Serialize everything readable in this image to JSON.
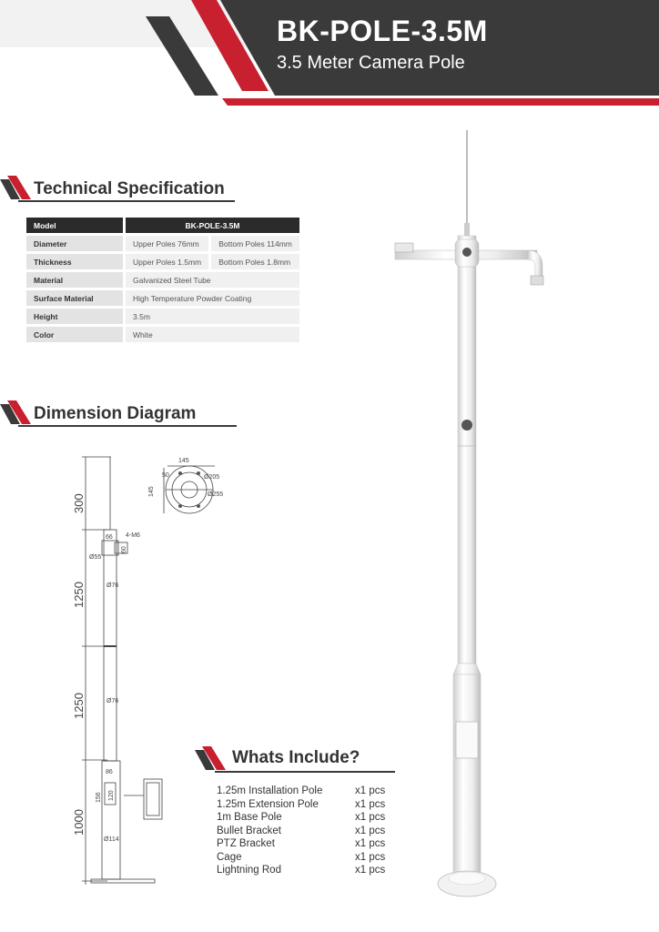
{
  "header": {
    "title": "BK-POLE-3.5M",
    "subtitle": "3.5 Meter Camera Pole"
  },
  "colors": {
    "accent_red": "#c8202f",
    "dark": "#3a3a3a",
    "grey": "#e3e3e3"
  },
  "sections": {
    "spec_title": "Technical Specification",
    "dimension_title": "Dimension Diagram",
    "includes_title": "Whats Include?"
  },
  "spec_table": {
    "header": {
      "label": "Model",
      "value": "BK-POLE-3.5M"
    },
    "rows": [
      {
        "label": "Diameter",
        "values": [
          "Upper Poles 76mm",
          "Bottom Poles 114mm"
        ]
      },
      {
        "label": "Thickness",
        "values": [
          "Upper Poles 1.5mm",
          "Bottom Poles 1.8mm"
        ]
      },
      {
        "label": "Material",
        "values": [
          "Galvanized Steel Tube"
        ]
      },
      {
        "label": "Surface Material",
        "values": [
          "High Temperature Powder Coating"
        ]
      },
      {
        "label": "Height",
        "values": [
          "3.5m"
        ]
      },
      {
        "label": "Color",
        "values": [
          "White"
        ]
      }
    ]
  },
  "dimension": {
    "segments": [
      "300",
      "1250",
      "1250",
      "1000"
    ],
    "labels": {
      "d76a": "Ø76",
      "d76b": "Ø76",
      "d114": "Ø114",
      "d55": "Ø55",
      "w66": "66",
      "bolts": "4-M6",
      "h60": "60",
      "w86": "86",
      "h156": "156",
      "h120": "120",
      "f145a": "145",
      "f145b": "145",
      "f50": "50",
      "f205": "Ø205",
      "f255": "Ø255"
    }
  },
  "includes": [
    {
      "name": "1.25m Installation Pole",
      "qty": "x1 pcs"
    },
    {
      "name": "1.25m Extension Pole",
      "qty": "x1 pcs"
    },
    {
      "name": "1m Base Pole",
      "qty": "x1 pcs"
    },
    {
      "name": "Bullet Bracket",
      "qty": "x1 pcs"
    },
    {
      "name": "PTZ Bracket",
      "qty": "x1 pcs"
    },
    {
      "name": "Cage",
      "qty": "x1 pcs"
    },
    {
      "name": "Lightning Rod",
      "qty": "x1 pcs"
    }
  ]
}
